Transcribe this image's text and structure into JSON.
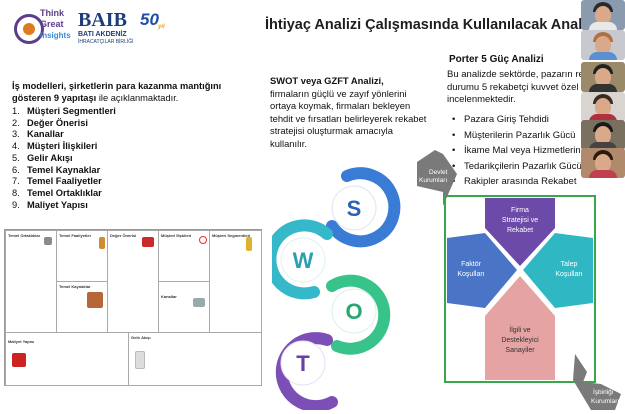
{
  "logos": {
    "tgi_line1": "Think",
    "tgi_line2": "Great",
    "tgi_line3": "Insights",
    "baib_name": "BAIB",
    "baib_line1": "BATI AKDENİZ",
    "baib_line2": "İHRACATÇILAR BİRLİĞİ",
    "anniv_num": "50",
    "anniv_suffix": "yıl"
  },
  "title": "İhtiyaç Analizi Çalışmasında Kullanılacak Analizler",
  "business_model": {
    "intro_bold": "İş modelleri, şirketlerin para kazanma mantığını gösteren 9 yapıtaşı",
    "intro_rest": " ile açıklanmaktadır.",
    "items": [
      {
        "num": "1.",
        "label": "Müşteri Segmentleri"
      },
      {
        "num": "2.",
        "label": "Değer Önerisi"
      },
      {
        "num": "3.",
        "label": "Kanallar"
      },
      {
        "num": "4.",
        "label": "Müşteri İlişkileri"
      },
      {
        "num": "5.",
        "label": "Gelir Akışı"
      },
      {
        "num": "6.",
        "label": "Temel Kaynaklar"
      },
      {
        "num": "7.",
        "label": "Temel Faaliyetler"
      },
      {
        "num": "8.",
        "label": "Temel Ortaklıklar"
      },
      {
        "num": "9.",
        "label": "Maliyet Yapısı"
      }
    ],
    "canvas": {
      "key_partners": "Temel Ortaklıklar",
      "key_activities": "Temel Faaliyetler",
      "value_prop": "Değer Önerisi",
      "customer_rel": "Müşteri İlişkileri",
      "segments": "Müşteri Segmentleri",
      "key_resources": "Temel Kaynaklar",
      "channels": "Kanallar",
      "cost": "Maliyet Yapısı",
      "revenue": "Gelir Akışı"
    }
  },
  "swot": {
    "heading": "SWOT veya GZFT Analizi,",
    "body": "firmaların güçlü ve zayıf yönlerini ortaya koymak, firmaları bekleyen tehdit ve fırsatları belirleyerek rekabet stratejisi oluşturmak amacıyla kullanılır.",
    "letters": [
      "S",
      "W",
      "O",
      "T"
    ]
  },
  "porter": {
    "title": "Porter 5 Güç Analizi",
    "intro_l1": "Bu analizde sektörde, pazarın re",
    "intro_l2": "durumu 5 rekabetçi kuvvet özel",
    "intro_l3": "incelenmektedir.",
    "items": [
      "Pazara Giriş Tehdidi",
      "Müşterilerin Pazarlık Gücü",
      "İkame Mal veya Hizmetlerin",
      "Tedarikçilerin Pazarlık Gücü",
      "Rakipler arasında Rekabet"
    ],
    "diagram": {
      "top_l1": "Firma",
      "top_l2": "Stratejisi ve",
      "top_l3": "Rekabet",
      "left_l1": "Faktör",
      "left_l2": "Koşulları",
      "right_l1": "Talep",
      "right_l2": "Koşulları",
      "bottom_l1": "İlgili ve",
      "bottom_l2": "Destekleyici",
      "bottom_l3": "Sanayiler",
      "arrow_left_l1": "Devlet",
      "arrow_left_l2": "Kurumları",
      "arrow_right_l1": "İşbirliği",
      "arrow_right_l2": "Kurumları"
    }
  },
  "colors": {
    "swot_s": "#3a7bd5",
    "swot_w": "#35b8c9",
    "swot_o": "#38c38a",
    "swot_t": "#7b4fb5",
    "porter_top": "#6c4aa8",
    "porter_left": "#4a74c6",
    "porter_right": "#2fb8c4",
    "porter_bottom": "#e5a3a3",
    "porter_frame": "#3aa64a"
  }
}
